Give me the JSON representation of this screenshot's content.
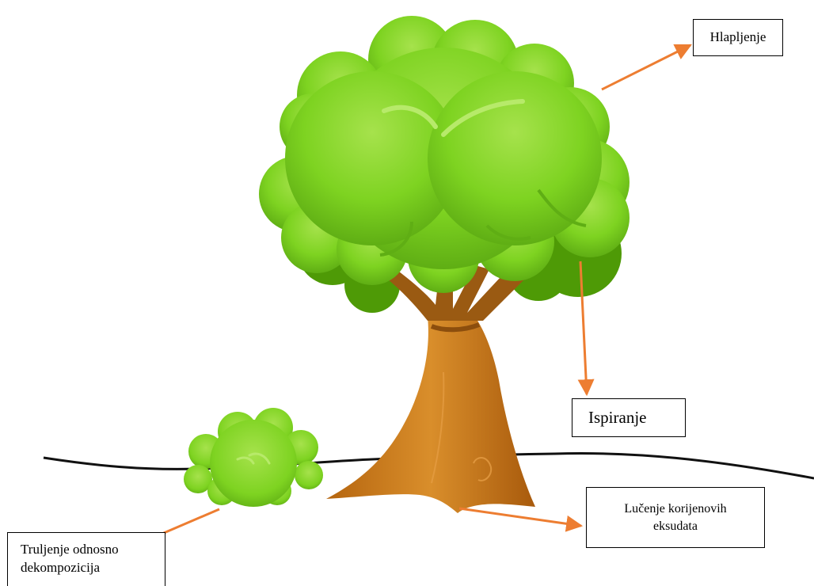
{
  "labels": {
    "hlapljenje": "Hlapljenje",
    "ispiranje": "Ispiranje",
    "lucenje_line1": "Lučenje korijenovih",
    "lucenje_line2": "eksudata",
    "truljenje_line1": "Truljenje odnosno",
    "truljenje_line2": "dekompozicija"
  },
  "colors": {
    "arrow": "#ED7D31",
    "ground": "#111111",
    "foliage_light": "#7ED321",
    "foliage_dark": "#4E9A06",
    "trunk": "#C67A1B"
  },
  "icons": [
    "tree",
    "bush",
    "ground-line",
    "arrow"
  ]
}
